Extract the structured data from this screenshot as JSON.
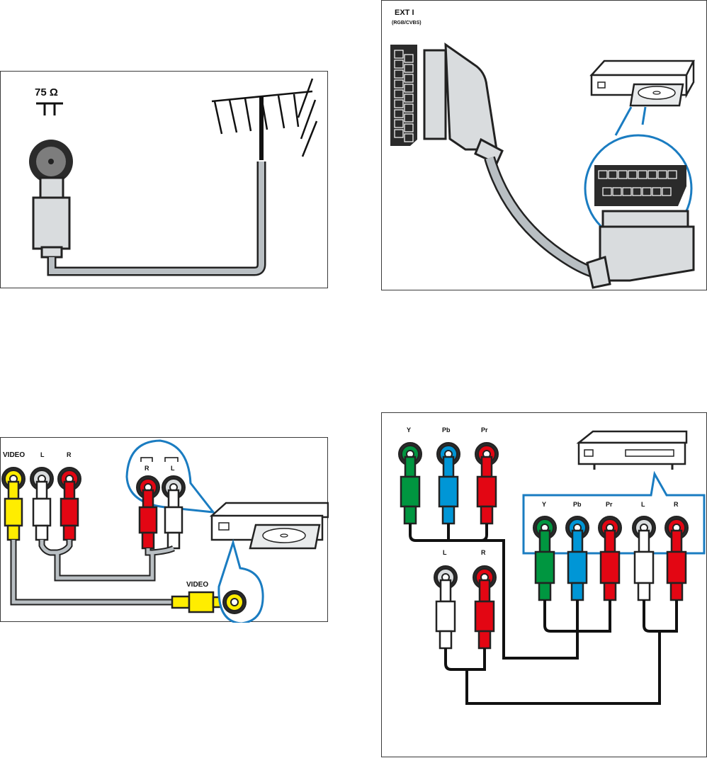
{
  "antenna_panel": {
    "impedance_label": "75 Ω"
  },
  "scart_panel": {
    "port_label": "EXT I",
    "port_sublabel": "(RGB/CVBS)"
  },
  "composite_panel": {
    "tv_video_label": "VIDEO",
    "tv_left_label": "L",
    "tv_right_label": "R",
    "device_right_label": "R",
    "device_left_label": "L",
    "device_video_label": "VIDEO"
  },
  "component_panel": {
    "tv_y_label": "Y",
    "tv_pb_label": "Pb",
    "tv_pr_label": "Pr",
    "tv_audio_left_label": "L",
    "tv_audio_right_label": "R",
    "device_y_label": "Y",
    "device_pb_label": "Pb",
    "device_pr_label": "Pr",
    "device_left_label": "L",
    "device_right_label": "R"
  },
  "colors": {
    "accent_blue": "#1a7cc1",
    "cable_gray": "#b9bfc3",
    "plug_yellow": "#ffed00",
    "plug_red": "#e30613",
    "plug_green": "#009640",
    "plug_blue": "#0096d6"
  }
}
